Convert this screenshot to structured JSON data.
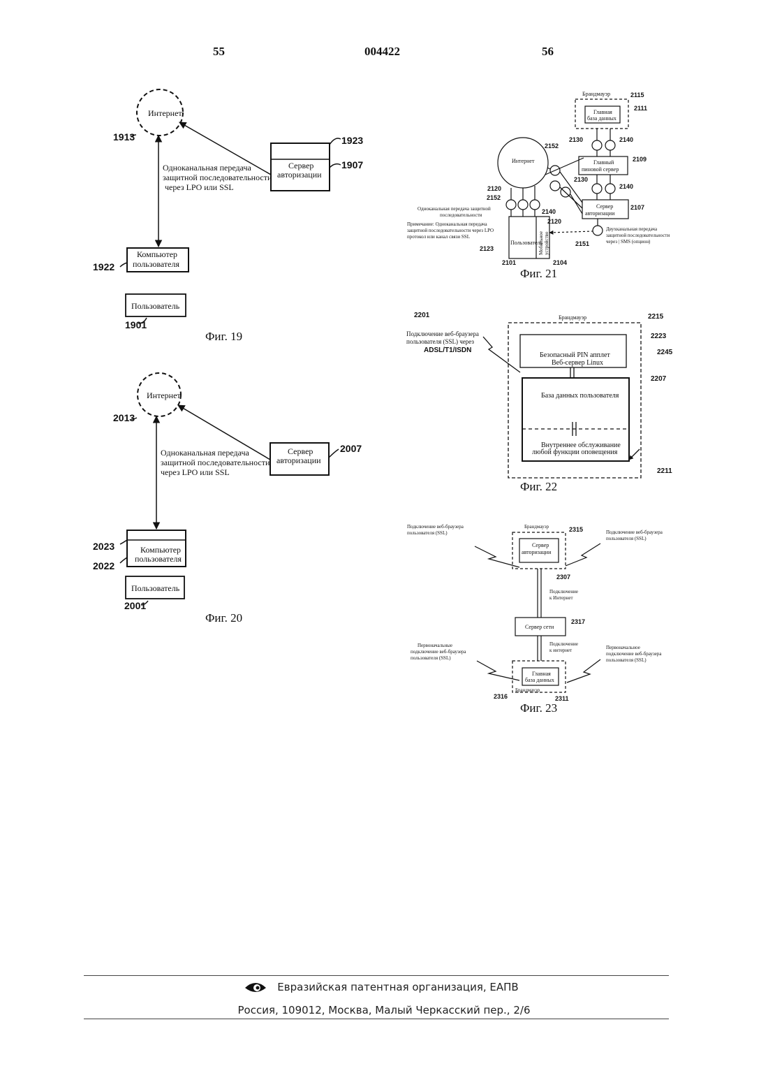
{
  "header": {
    "page_left": "55",
    "doc_number": "004422",
    "page_right": "56"
  },
  "fig19": {
    "internet": "Интернет",
    "server_l1": "Сервер",
    "server_l2": "авторизации",
    "comp_l1": "Компьютер",
    "comp_l2": "пользователя",
    "user": "Пользователь",
    "label_l1": "Одноканальная передача",
    "label_l2": "защитной последовательности",
    "label_l3": "через LPO   или   SSL",
    "r1913": "1913",
    "r1923": "1923",
    "r1907": "1907",
    "r1922": "1922",
    "r1901": "1901",
    "caption": "Фиг. 19"
  },
  "fig20": {
    "internet": "Интернет",
    "server_l1": "Сервер",
    "server_l2": "авторизации",
    "comp_l1": "Компьютер",
    "comp_l2": "пользователя",
    "user": "Пользователь",
    "label_l1": "Одноканальная передача",
    "label_l2": "защитной последовательности",
    "label_l3": "через LPO   или   SSL",
    "r2013": "2013",
    "r2007": "2007",
    "r2023": "2023",
    "r2022": "2022",
    "r2001": "2001",
    "caption": "Фиг. 20"
  },
  "fig21": {
    "firewall": "Брандмауэр",
    "maindb_l1": "Главная",
    "maindb_l2": "база данных",
    "internet": "Интернет",
    "pin_l1": "Главный",
    "pin_l2": "пиновой сервер",
    "auth_l1": "Сервер",
    "auth_l2": "авторизации",
    "user": "Пользователь",
    "mobile_l1": "Мобильное",
    "mobile_l2": "устройство",
    "single_l1": "Одноканальная передача защитной",
    "single_l2": "последовательности",
    "note_l1": "Примечание: Одноканальная передача",
    "note_l2": "защитной последовательности через LPO",
    "note_l3": "протокол  или канал связи SSL",
    "dual_l1": "Двухканальная передача",
    "dual_l2": "защитной последовательности",
    "dual_l3": "через | SMS   (опцион)",
    "r2115": "2115",
    "r2111": "2111",
    "r2130a": "2130",
    "r2140a": "2140",
    "r2152a": "2152",
    "r2109": "2109",
    "r2130b": "2130",
    "r2140b": "2140",
    "r2120a": "2120",
    "r2152b": "2152",
    "r2140c": "2140",
    "r2107": "2107",
    "r2120b": "2120",
    "r2123": "2123",
    "r2151": "2151",
    "r2101": "2101",
    "r2104": "2104",
    "caption": "Фиг. 21"
  },
  "fig22": {
    "firewall": "Брандмауэр",
    "conn_l1": "Подключение веб-браузера",
    "conn_l2": "пользователя (SSL) через",
    "conn_l3": "ADSL/T1/ISDN",
    "pin_l1": "Безопасный PIN апплет",
    "pin_l2": "Веб-сервер Linux",
    "db": "База   данных пользователя",
    "svc_l1": "Внутреннее обслуживание",
    "svc_l2": "любой   функции оповещения",
    "r2201": "2201",
    "r2215": "2215",
    "r2223": "2223",
    "r2245": "2245",
    "r2207": "2207",
    "r2211": "2211",
    "caption": "Фиг. 22"
  },
  "fig23": {
    "conn_tl_l1": "Подключение веб-браузера",
    "conn_tl_l2": "пользователя (SSL)",
    "firewall_top": "Брандмауэр",
    "auth_l1": "Сервер",
    "auth_l2": "авторизации",
    "conn_tr_l1": "Подключение веб-браузера",
    "conn_tr_l2": "пользователя (SSL)",
    "inet1_l1": "Подключение",
    "inet1_l2": "к Интернет",
    "netsrv": "Сервер  сети",
    "inet2_l1": "Подключение",
    "inet2_l2": "к интернет",
    "init_bl_l1": "Первоначальные",
    "init_bl_l2": "подключение веб-браузера",
    "init_bl_l3": "пользователя (SSL)",
    "init_br_l1": "Первоначальное",
    "init_br_l2": "подключение  веб-браузера",
    "init_br_l3": "пользователя  (SSL)",
    "maindb_l1": "Главная",
    "maindb_l2": "база данных",
    "firewall_bottom": "Брандмауэр",
    "r2315": "2315",
    "r2307": "2307",
    "r2317": "2317",
    "r2316": "2316",
    "r2311": "2311",
    "caption": "Фиг. 23"
  },
  "footer": {
    "org": "Евразийская патентная организация, ЕАПВ",
    "address": "Россия, 109012, Москва, Малый Черкасский пер., 2/6"
  }
}
